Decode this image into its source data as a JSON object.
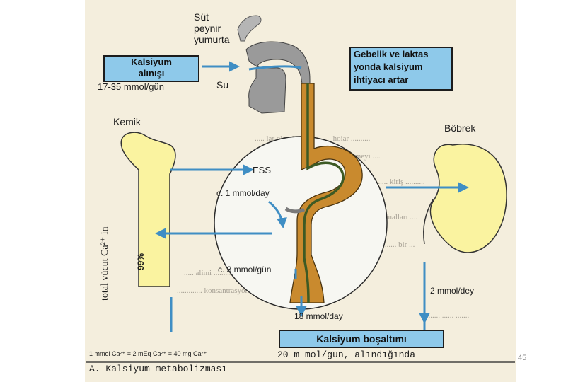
{
  "page_number": "45",
  "intake": {
    "food_sources": [
      "Süt",
      "peynir",
      "yumurta"
    ],
    "box_lines": [
      "Kalsiyum",
      "alınışı"
    ],
    "amount": "17-35 mmol/gün",
    "water": "Su"
  },
  "pregnancy_note": [
    "Gebelik ve laktas",
    "yonda kalsiyum",
    "ihtiyacı artar"
  ],
  "bone": {
    "label": "Kemik",
    "percent": "99%",
    "total_label": "total vücut Ca²⁺ in"
  },
  "ecf": {
    "label": "ESS",
    "flow_in": "c. 1 mmol/day",
    "flow_out": "c. 3 mmol/gün"
  },
  "kidney": {
    "label": "Böbrek",
    "excretion": "2 mmol/dey"
  },
  "gut_excretion": "18 mmol/day",
  "excretion_box": "Kalsiyum boşaltımı",
  "excretion_total": "20 m mol/gun, alındığında",
  "unit_note": "1 mmol Ca²⁺ = 2 mEq Ca²⁺ = 40 mg Ca²⁺",
  "caption": "A. Kalsiyum metabolizması",
  "colors": {
    "label_box": "#8ec9ea",
    "arrow": "#3f8ec4",
    "bone": "#faf3a0",
    "gut": "#c98a2e",
    "gut_line": "#3d5a24"
  }
}
